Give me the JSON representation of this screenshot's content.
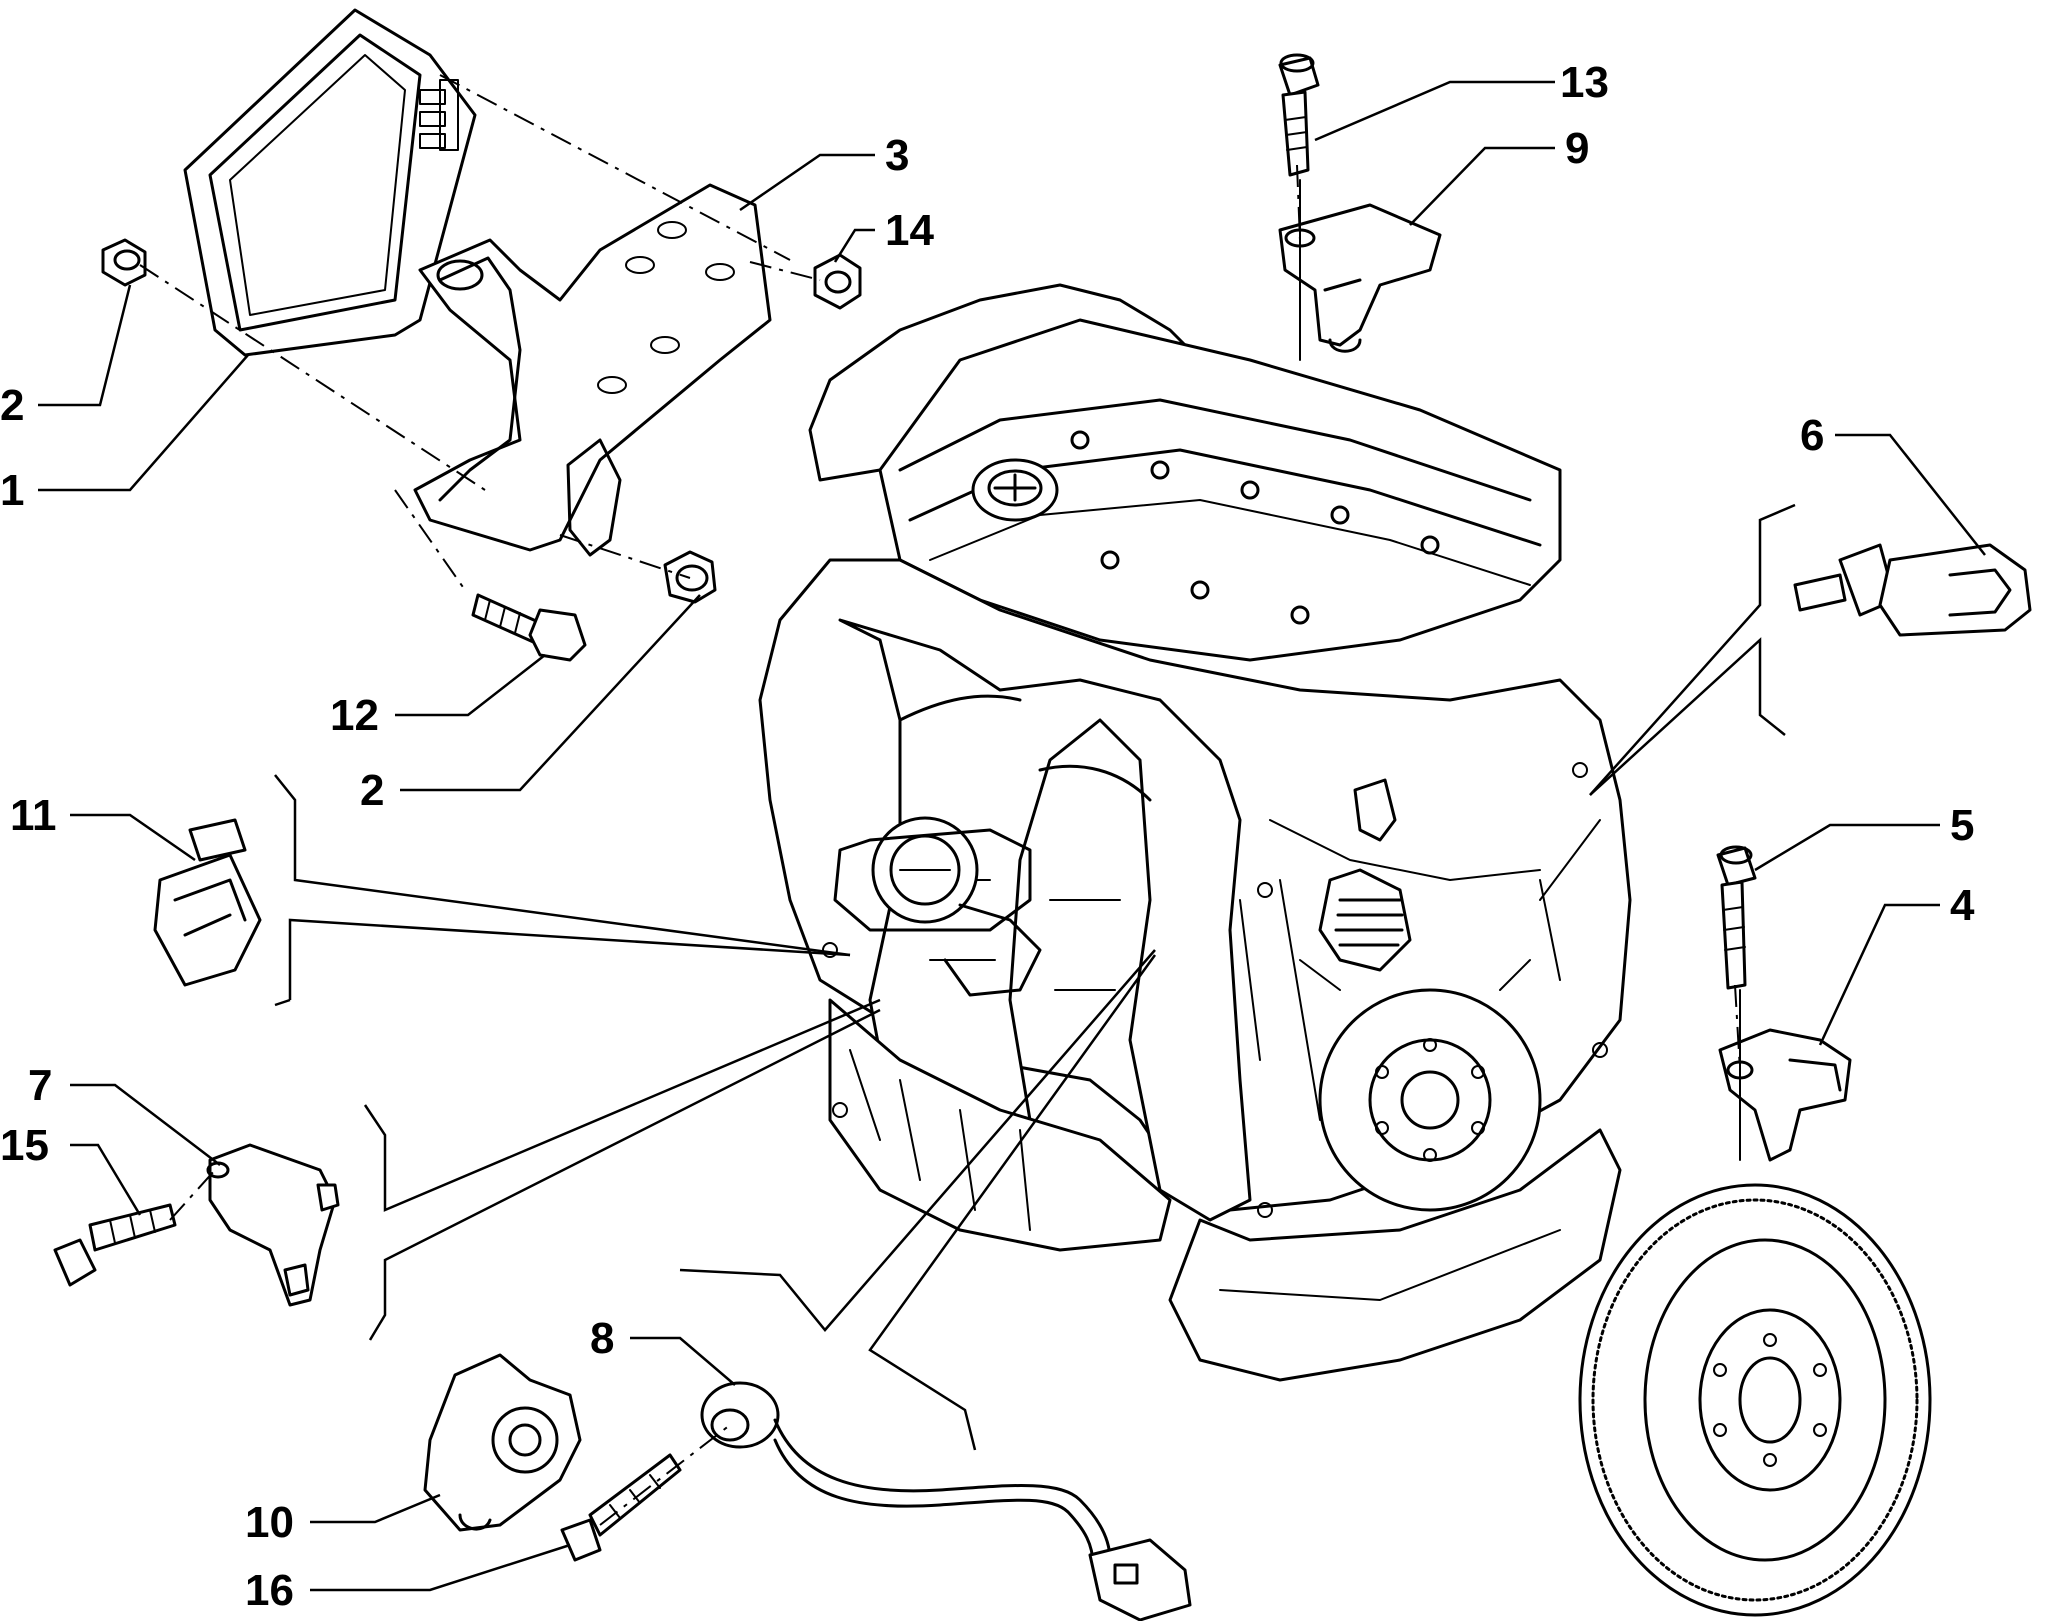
{
  "callouts": [
    {
      "id": "c1",
      "label": "1"
    },
    {
      "id": "c2a",
      "label": "2"
    },
    {
      "id": "c2b",
      "label": "2"
    },
    {
      "id": "c3",
      "label": "3"
    },
    {
      "id": "c4",
      "label": "4"
    },
    {
      "id": "c5",
      "label": "5"
    },
    {
      "id": "c6",
      "label": "6"
    },
    {
      "id": "c7",
      "label": "7"
    },
    {
      "id": "c8",
      "label": "8"
    },
    {
      "id": "c9",
      "label": "9"
    },
    {
      "id": "c10",
      "label": "10"
    },
    {
      "id": "c11",
      "label": "11"
    },
    {
      "id": "c12",
      "label": "12"
    },
    {
      "id": "c13",
      "label": "13"
    },
    {
      "id": "c14",
      "label": "14"
    },
    {
      "id": "c15",
      "label": "15"
    },
    {
      "id": "c16",
      "label": "16"
    }
  ],
  "colors": {
    "ink": "#000000",
    "paper": "#ffffff"
  }
}
